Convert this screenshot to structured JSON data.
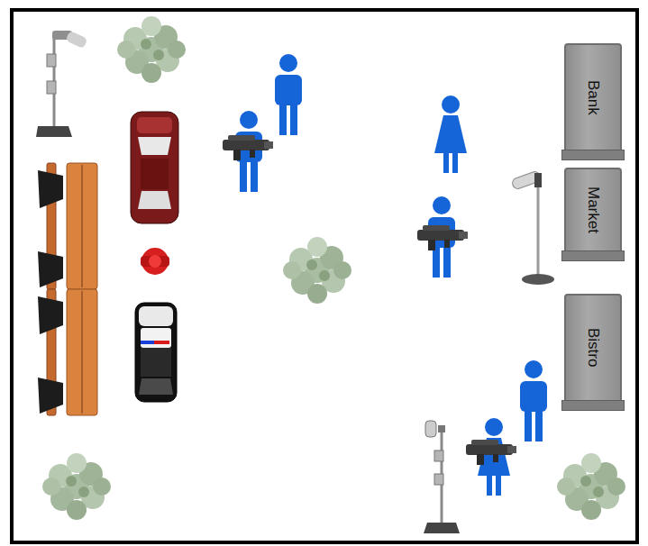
{
  "diagram": {
    "nodes": [
      {
        "text": [
          "Bank"
        ]
      },
      {
        "text": [
          "Market"
        ]
      },
      {
        "text": [
          "Bistro"
        ]
      }
    ]
  }
}
